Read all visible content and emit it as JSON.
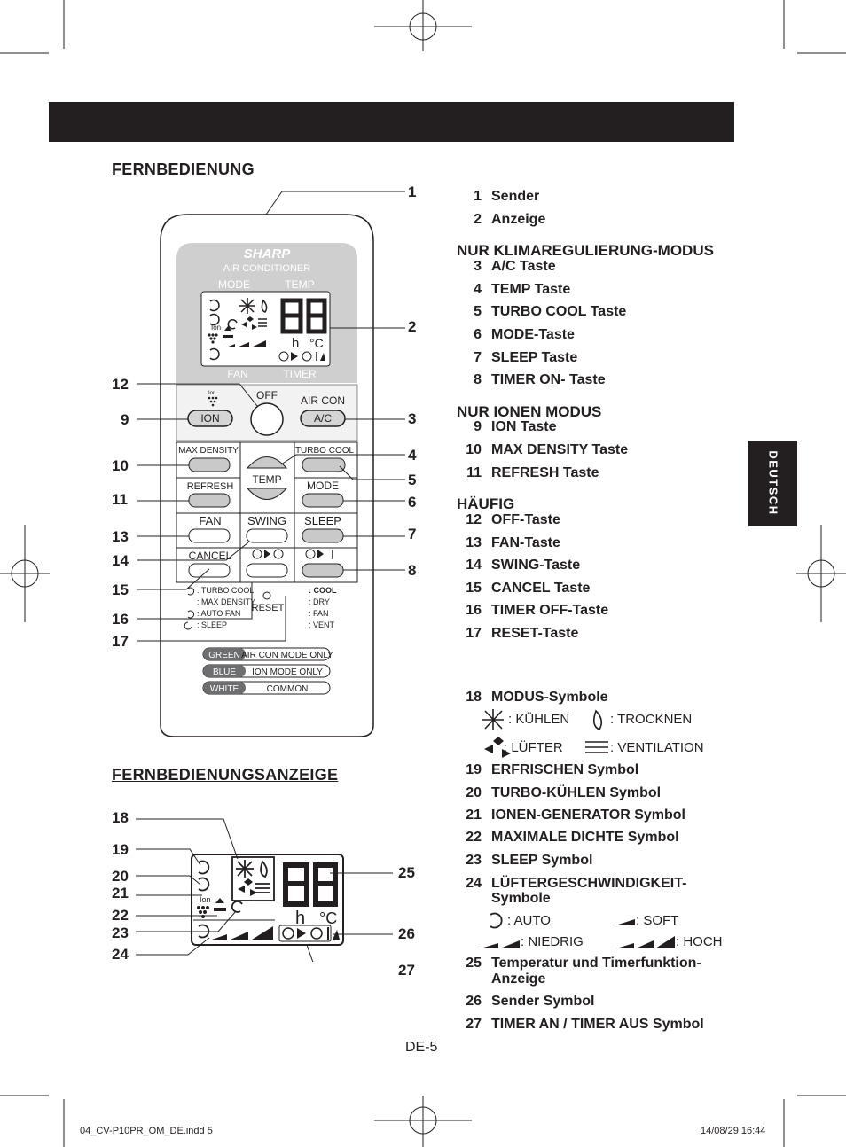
{
  "page": {
    "section_titles": [
      "FERNBEDIENUNG",
      "FERNBEDIENUNGSANZEIGE"
    ],
    "side_tab": "DEUTSCH",
    "page_number": "DE-5",
    "footer_left": "04_CV-P10PR_OM_DE.indd   5",
    "footer_right": "14/08/29   16:44"
  },
  "remote": {
    "brand": "SHARP",
    "subtitle": "AIR CONDITIONER",
    "mode": "MODE",
    "temp": "TEMP",
    "fan_label": "FAN",
    "timer_label": "TIMER",
    "off": "OFF",
    "aircon": "AIR CON",
    "ion_btn": "ION",
    "ac_btn": "A/C",
    "max_density": "MAX DENSITY",
    "turbo_cool": "TURBO COOL",
    "temp_btn": "TEMP",
    "refresh": "REFRESH",
    "mode_btn": "MODE",
    "fan_btn": "FAN",
    "swing": "SWING",
    "sleep": "SLEEP",
    "cancel": "CANCEL",
    "legend_left": [
      ": TURBO COOL",
      ": MAX DENSITY",
      ": AUTO FAN",
      ": SLEEP"
    ],
    "reset": "RESET",
    "legend_right": [
      ": COOL",
      ": DRY",
      ": FAN",
      ": VENT"
    ],
    "ion_small": "Ion",
    "h": "h",
    "celsius": "°C",
    "color_bars": [
      {
        "color": "GREEN",
        "text": "AIR CON MODE ONLY"
      },
      {
        "color": "BLUE",
        "text": "ION MODE ONLY"
      },
      {
        "color": "WHITE",
        "text": "COMMON"
      }
    ]
  },
  "remote_callouts_left": [
    "12",
    "9",
    "10",
    "11",
    "13",
    "14",
    "15",
    "16",
    "17"
  ],
  "remote_callouts_right": [
    "1",
    "2",
    "3",
    "4",
    "5",
    "6",
    "7",
    "8"
  ],
  "display_callouts_left": [
    "18",
    "19",
    "20",
    "21",
    "22",
    "23",
    "24"
  ],
  "display_callouts_right": [
    "25",
    "26",
    "27"
  ],
  "list_top": [
    {
      "n": "1",
      "t": "Sender"
    },
    {
      "n": "2",
      "t": "Anzeige"
    }
  ],
  "groups": [
    {
      "heading": "NUR KLIMAREGULIERUNG-MODUS",
      "items": [
        {
          "n": "3",
          "t": "A/C Taste"
        },
        {
          "n": "4",
          "t": "TEMP Taste"
        },
        {
          "n": "5",
          "t": "TURBO COOL Taste"
        },
        {
          "n": "6",
          "t": "MODE-Taste"
        },
        {
          "n": "7",
          "t": "SLEEP Taste"
        },
        {
          "n": "8",
          "t": "TIMER ON- Taste"
        }
      ]
    },
    {
      "heading": "NUR IONEN MODUS",
      "items": [
        {
          "n": "9",
          "t": "ION Taste"
        },
        {
          "n": "10",
          "t": "MAX DENSITY Taste"
        },
        {
          "n": "11",
          "t": "REFRESH Taste"
        }
      ]
    },
    {
      "heading": "HÄUFIG",
      "items": [
        {
          "n": "12",
          "t": "OFF-Taste"
        },
        {
          "n": "13",
          "t": "FAN-Taste"
        },
        {
          "n": "14",
          "t": "SWING-Taste"
        },
        {
          "n": "15",
          "t": "CANCEL Taste"
        },
        {
          "n": "16",
          "t": "TIMER OFF-Taste"
        },
        {
          "n": "17",
          "t": "RESET-Taste"
        }
      ]
    }
  ],
  "list_bottom": [
    {
      "n": "18",
      "t": "MODUS-Symbole"
    },
    {
      "n": "19",
      "t": "ERFRISCHEN Symbol"
    },
    {
      "n": "20",
      "t": "TURBO-KÜHLEN Symbol"
    },
    {
      "n": "21",
      "t": "IONEN-GENERATOR Symbol"
    },
    {
      "n": "22",
      "t": "MAXIMALE DICHTE Symbol"
    },
    {
      "n": "23",
      "t": "SLEEP Symbol"
    },
    {
      "n": "24",
      "t": "LÜFTERGESCHWINDIGKEIT-",
      "t2": "Symbole"
    },
    {
      "n": "25",
      "t": "Temperatur und Timerfunktion-",
      "t2": "Anzeige"
    },
    {
      "n": "26",
      "t": "Sender Symbol"
    },
    {
      "n": "27",
      "t": "TIMER AN / TIMER AUS Symbol"
    }
  ],
  "mode_symbols": [
    ": KÜHLEN",
    ": TROCKNEN",
    ": LÜFTER",
    ": VENTILATION"
  ],
  "fan_symbols": [
    ": AUTO",
    ": SOFT",
    ": NIEDRIG",
    ": HOCH"
  ],
  "colors": {
    "dark": "#231f20",
    "panel": "#d0cfcf",
    "lcd": "#ffffff",
    "button": "#c9c9c9"
  }
}
